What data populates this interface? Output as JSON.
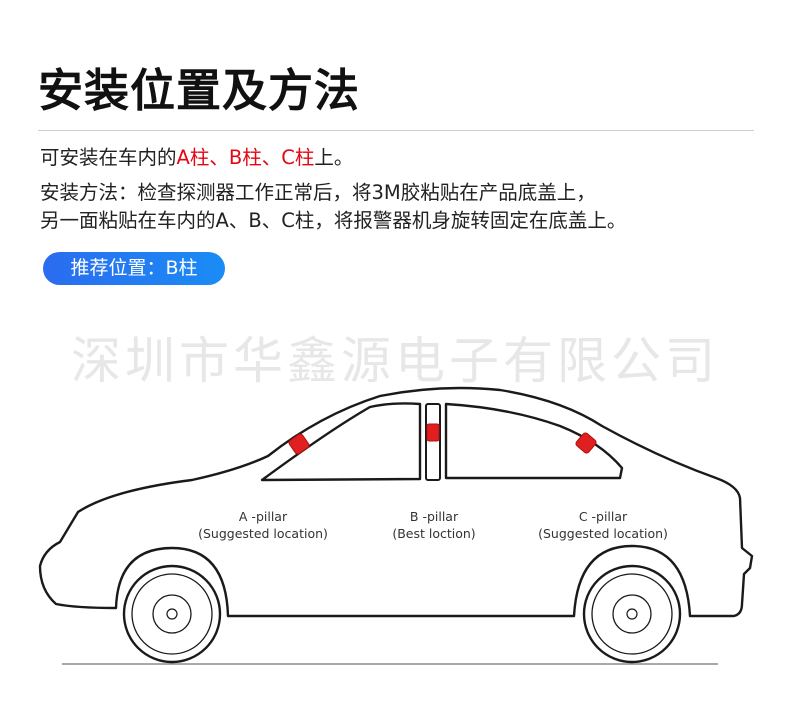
{
  "title": "安装位置及方法",
  "line1": {
    "prefix": "可安装在车内的",
    "a": "A柱",
    "sep1": "、",
    "b": "B柱",
    "sep2": "、",
    "c": "C柱",
    "suffix": "上。"
  },
  "line2": "安装方法：检查探测器工作正常后，将3M胶粘贴在产品底盖上，",
  "line3": "另一面粘贴在车内的A、B、C柱，将报警器机身旋转固定在底盖上。",
  "badge": "推荐位置：B柱",
  "watermark": "深圳市华鑫源电子有限公司",
  "pillars": {
    "a": {
      "name": "A -pillar",
      "note": "(Suggested location)"
    },
    "b": {
      "name": "B -pillar",
      "note": "(Best loction)"
    },
    "c": {
      "name": "C -pillar",
      "note": "(Suggested location)"
    }
  },
  "colors": {
    "highlight": "#e30613",
    "badge": "#1f7ef3",
    "sensor": "#e02020"
  }
}
